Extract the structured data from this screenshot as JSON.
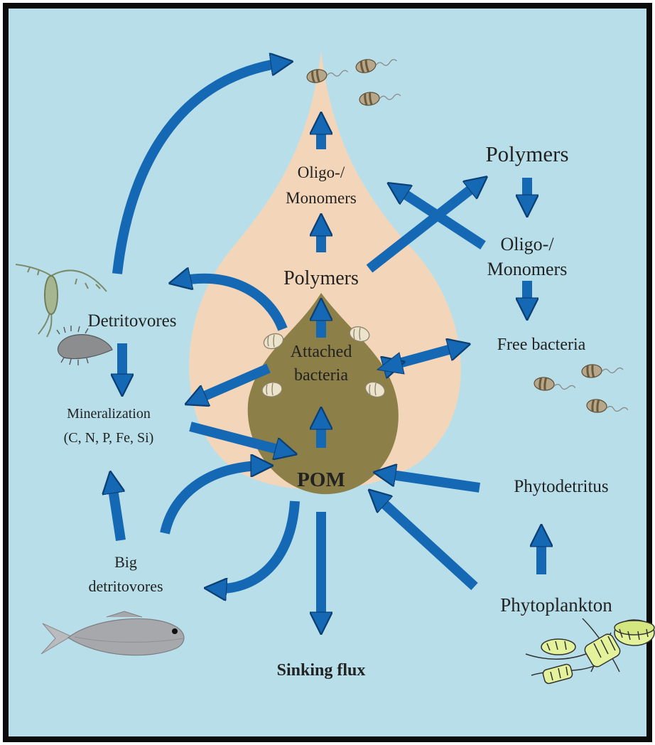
{
  "colors": {
    "background": "#b8dfe9",
    "frame": "#0b0b0b",
    "plume": "#f3d6b9",
    "particle": "#8c7f48",
    "arrow": "#1468b4",
    "arrow_outline": "#0c3f73",
    "bacteria_body": "#b7a78a",
    "bacteria_stripe": "#6b5a3c",
    "attached_bacteria": "#ebe3cc",
    "diatom": "#e4f39b",
    "fish": "#a6a8ab",
    "copepod": "#a6b691",
    "detritovore": "#8b8d8f"
  },
  "labels": {
    "oligo_center": "Oligo-/",
    "monomers_center": "Monomers",
    "polymers_center": "Polymers",
    "attached_1": "Attached",
    "attached_2": "bacteria",
    "pom": "POM",
    "polymers_right": "Polymers",
    "oligo_right": "Oligo-/",
    "monomers_right": "Monomers",
    "free_bacteria": "Free bacteria",
    "detritovores": "Detritovores",
    "mineralization_1": "Mineralization",
    "mineralization_2": "(C, N, P, Fe, Si)",
    "big_1": "Big",
    "big_2": "detritovores",
    "phytodetritus": "Phytodetritus",
    "phytoplankton": "Phytoplankton",
    "sinking_flux": "Sinking flux"
  },
  "icons": {
    "free_bacteria_top": "bacteria-cluster-icon",
    "free_bacteria_right": "bacteria-cluster-icon",
    "attached_bacteria": "attached-bacteria-icon",
    "copepod": "copepod-icon",
    "detritovore": "amphipod-icon",
    "fish": "fish-icon",
    "diatoms": "diatom-chain-icon"
  }
}
